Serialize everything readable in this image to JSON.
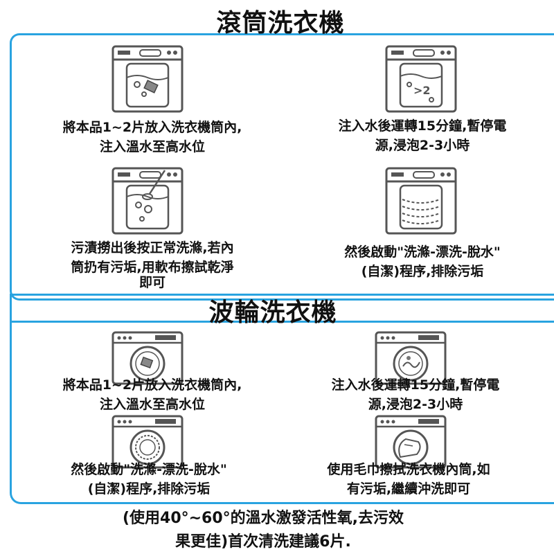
{
  "drum_section": {
    "title": "滾筒洗衣機",
    "steps": [
      {
        "lines": [
          "將本品1~2片放入洗衣機筒內,",
          "注入溫水至高水位"
        ],
        "icon": "top-loader-tablet-icon"
      },
      {
        "lines": [
          "注入水後運轉15分鐘,暫停電",
          "源,浸泡2-3小時"
        ],
        "icon": "top-loader-soak-icon"
      },
      {
        "lines": [
          "污漬撈出後按正常洗滌,若內",
          "筒扔有污垢,用軟布擦試乾淨",
          "即可"
        ],
        "icon": "top-loader-skim-icon"
      },
      {
        "lines": [
          "然後啟動\"洗滌-漂洗-脫水\"",
          "(自潔)程序,排除污垢"
        ],
        "icon": "top-loader-spin-icon"
      }
    ]
  },
  "pulsator_section": {
    "title": "波輪洗衣機",
    "steps": [
      {
        "lines": [
          "將本品1~2片放入洗衣機筒內,",
          "注入溫水至高水位"
        ],
        "icon": "front-loader-tablet-icon"
      },
      {
        "lines": [
          "注入水後運轉15分鐘,暫停電",
          "源,浸泡2-3小時"
        ],
        "icon": "front-loader-soak-icon"
      },
      {
        "lines": [
          "然後啟動\"洗滌-漂洗-脫水\"",
          "(自潔)程序,排除污垢"
        ],
        "icon": "front-loader-spin-icon"
      },
      {
        "lines": [
          "使用毛巾擦拭洗衣機內筒,如",
          "有污垢,繼續沖洗即可"
        ],
        "icon": "front-loader-wipe-icon"
      }
    ]
  },
  "footer_note": {
    "lines": [
      "(使用40°~60°的溫水激發活性氧,去污效",
      "果更佳)首次清洗建議6片."
    ]
  },
  "colors": {
    "accent": "#29a3e0",
    "icon_line": "#555555"
  }
}
